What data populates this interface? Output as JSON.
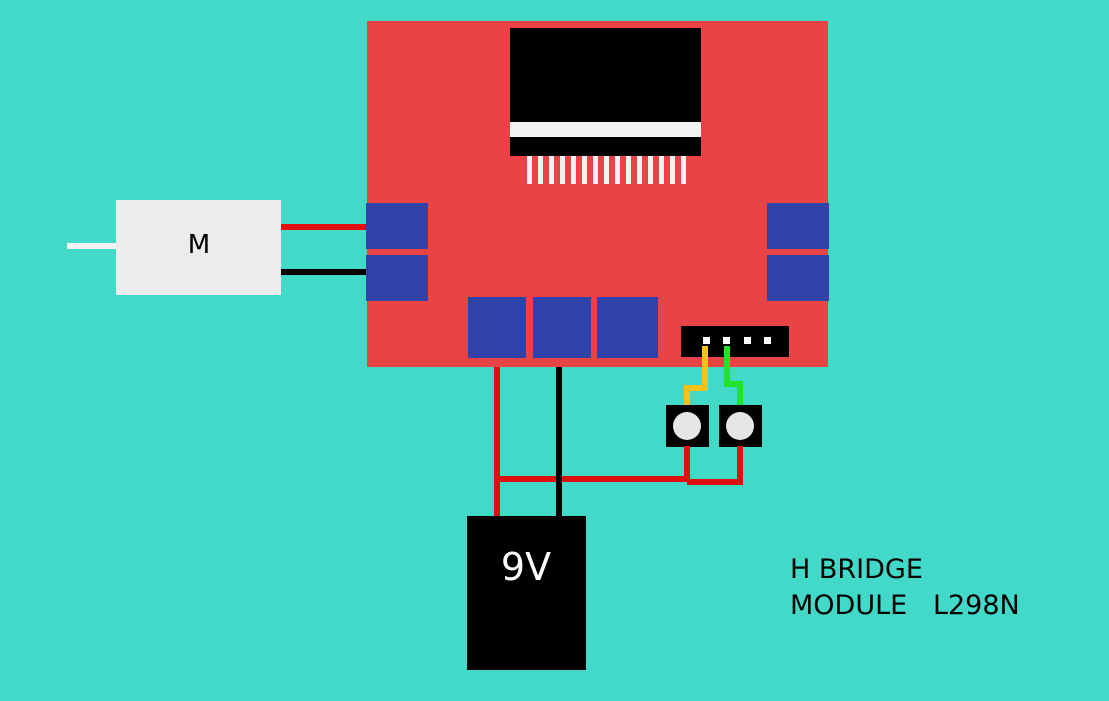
{
  "motor": {
    "label": "M"
  },
  "battery": {
    "label": "9V"
  },
  "title": {
    "line1": "H BRIDGE",
    "line2": "MODULE   L298N"
  },
  "colors": {
    "background": "#43d9c8",
    "board": "#e94346",
    "terminal": "#3143a8",
    "chip": "#000000",
    "chip_stripe": "#f2f2f2",
    "motor_body": "#ececec",
    "wire_red": "#e01010",
    "wire_black": "#000000",
    "wire_yellow": "#f5c21a",
    "wire_green": "#22e22a",
    "button_body": "#000000",
    "button_cap": "#e6e6e6",
    "text": "#000000"
  }
}
